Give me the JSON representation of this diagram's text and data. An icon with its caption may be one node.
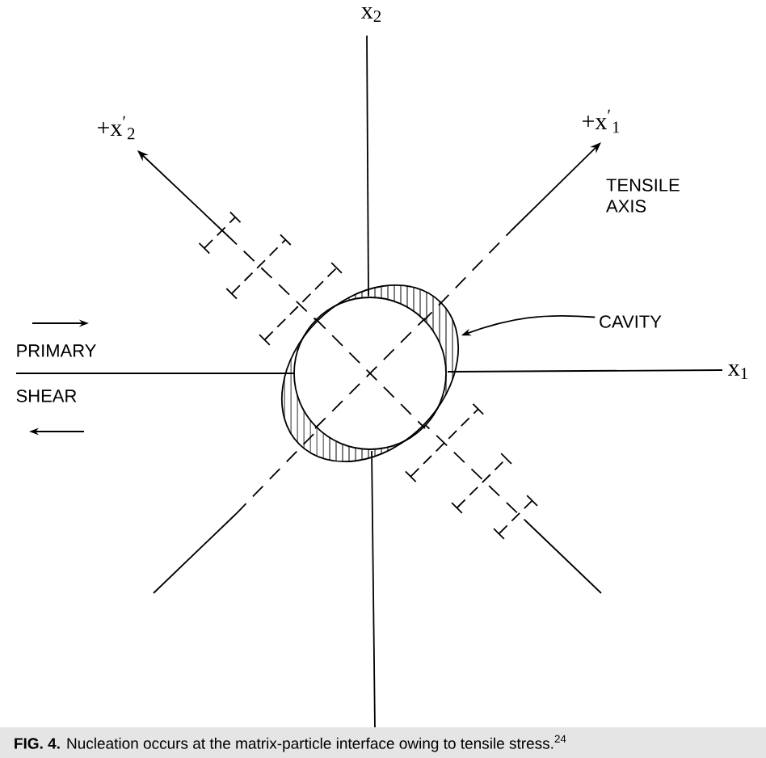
{
  "diagram": {
    "caption": "**FIG. 4.** Nucleation occurs at the matrix-particle interface owing to tensile stress.$^{24}$",
    "nodes": [
      {
        "text": [
          "CAVITY"
        ]
      },
      {
        "text": [],
        "shape": "crescent"
      }
    ],
    "edges": [
      {
        "from": 0,
        "to": 1,
        "arrow": "to"
      }
    ],
    "labels": [
      "x$_{2}$",
      "+x$^{′}$$_{2}$",
      "+x$^{′}$$_{1}$",
      "TENSILE AXIS",
      "PRIMARY SHEAR",
      "x$_{1}$"
    ]
  }
}
